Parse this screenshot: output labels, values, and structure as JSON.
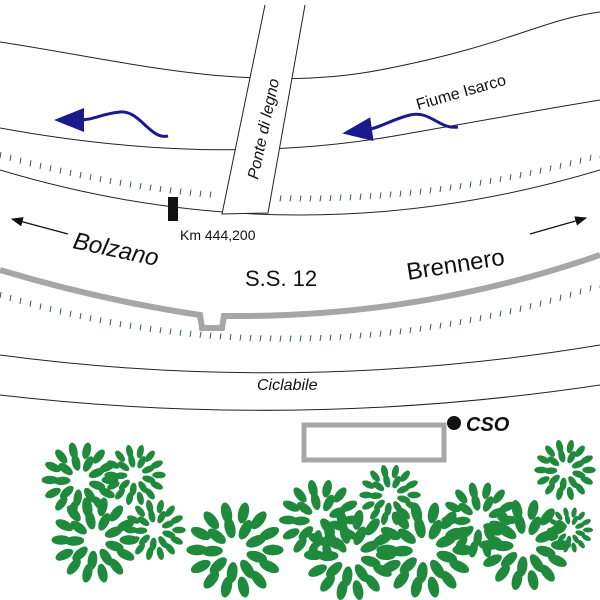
{
  "labels": {
    "river": "Fiume Isarco",
    "bridge": "Ponte di legno",
    "km_marker": "Km 444,200",
    "left_direction": "Bolzano",
    "road": "S.S. 12",
    "right_direction": "Brennero",
    "bike_path": "Ciclabile",
    "cso": "CSO"
  },
  "colors": {
    "river_arrow": "#1a1a8c",
    "road": "#a6a6a6",
    "tree": "#1f8a3c",
    "grass": "#2f5f3f"
  }
}
